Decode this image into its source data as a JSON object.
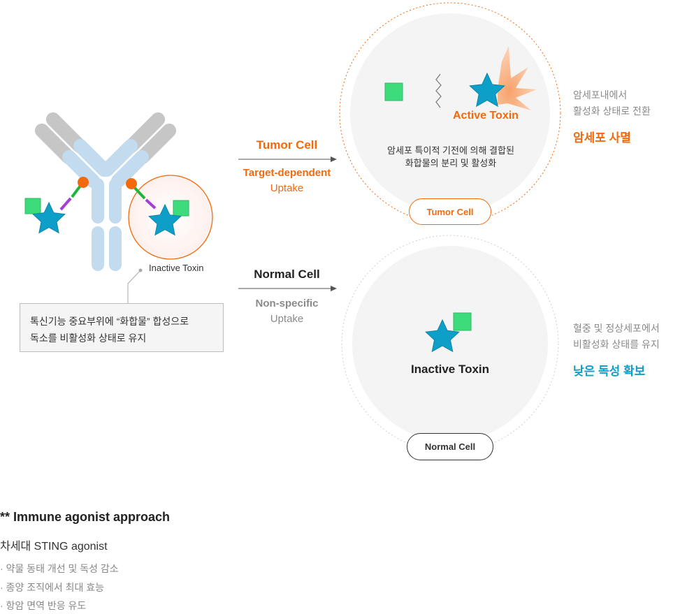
{
  "antibody": {
    "inactive_label": "Inactive Toxin",
    "note_lines": [
      "톡신기능 중요부위에 “화합물” 합성으로",
      "독소를 비활성화 상태로 유지"
    ]
  },
  "tumor_path": {
    "title": "Tumor Cell",
    "subtitle": "Target-dependent",
    "subtitle2": "Uptake"
  },
  "normal_path": {
    "title": "Normal Cell",
    "subtitle": "Non-specific",
    "subtitle2": "Uptake"
  },
  "tumor_cell": {
    "active_label": "Active Toxin",
    "desc_lines": [
      "암세포 특이적 기전에 의해 결합된",
      "화합물의 분리 및 활성화"
    ],
    "pill": "Tumor Cell",
    "side_lines": [
      "암세포내에서",
      "활성화 상태로 전환"
    ],
    "side_result": "암세포 사멸"
  },
  "normal_cell": {
    "inactive_label": "Inactive Toxin",
    "pill": "Normal Cell",
    "side_lines": [
      "혈중 및 정상세포에서",
      "비활성화 상태를 유지"
    ],
    "side_result": "낮은 독성 확보"
  },
  "colors": {
    "accent_orange": "#f26a0d",
    "accent_teal": "#0e9fc8",
    "star": "#0e9fc8",
    "square": "#3ddb7a",
    "antibody_light": "#c3dbef",
    "antibody_heavy": "#c6c6c6"
  },
  "section": {
    "title": "** Immune agonist approach",
    "subtitle": "차세대 STING agonist",
    "bullets": [
      "· 약물 동태 개선 및 독성 감소",
      "· 종양 조직에서 최대 효능",
      "· 항암 면역 반응 유도"
    ]
  }
}
